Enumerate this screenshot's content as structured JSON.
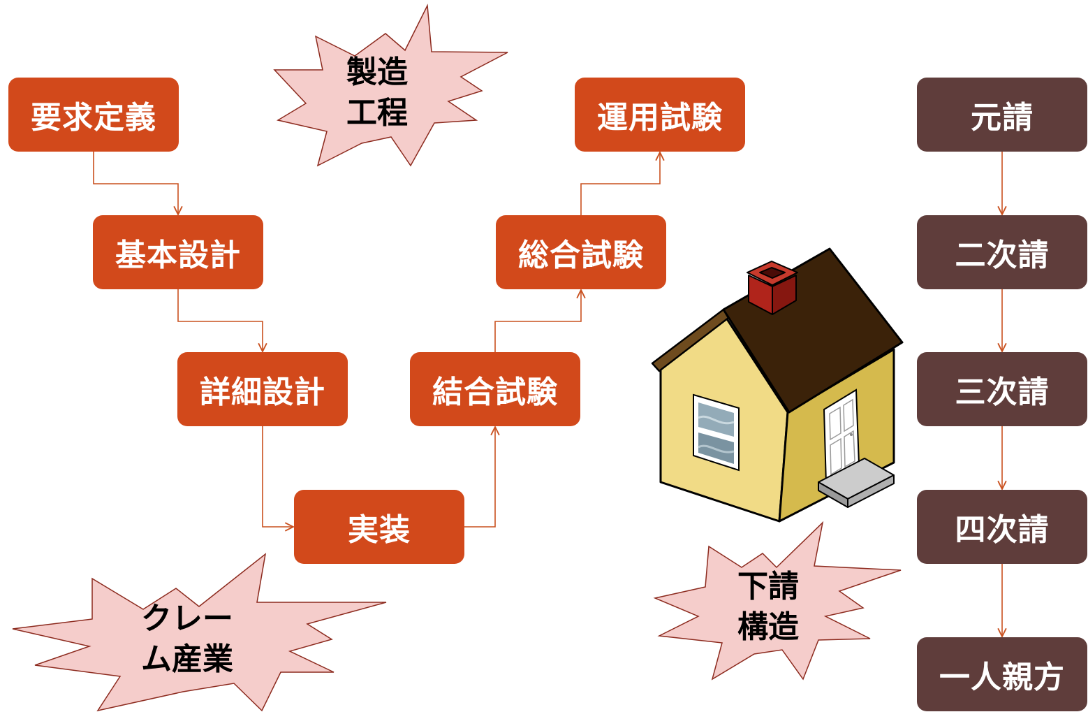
{
  "process_steps": [
    "要求定義",
    "基本設計",
    "詳細設計",
    "実装",
    "結合試験",
    "総合試験",
    "運用試験"
  ],
  "subcontract_levels": [
    "元請",
    "二次請",
    "三次請",
    "四次請",
    "一人親方"
  ],
  "callouts": {
    "manufacturing": {
      "lines": [
        "製造",
        "工程"
      ]
    },
    "claim_industry": {
      "lines": [
        "クレー",
        "ム産業"
      ]
    },
    "subcontract_structure": {
      "lines": [
        "下請",
        "構造"
      ]
    }
  },
  "icons": {
    "house": "house-icon"
  },
  "colors": {
    "process_box": "#D2491B",
    "subcontract_box": "#5F3D3B",
    "connector": "#C9501E",
    "callout_fill": "#F5CDCB",
    "callout_stroke": "#8C2A1E",
    "box_text": "#FFFFFF",
    "callout_text": "#000000"
  }
}
